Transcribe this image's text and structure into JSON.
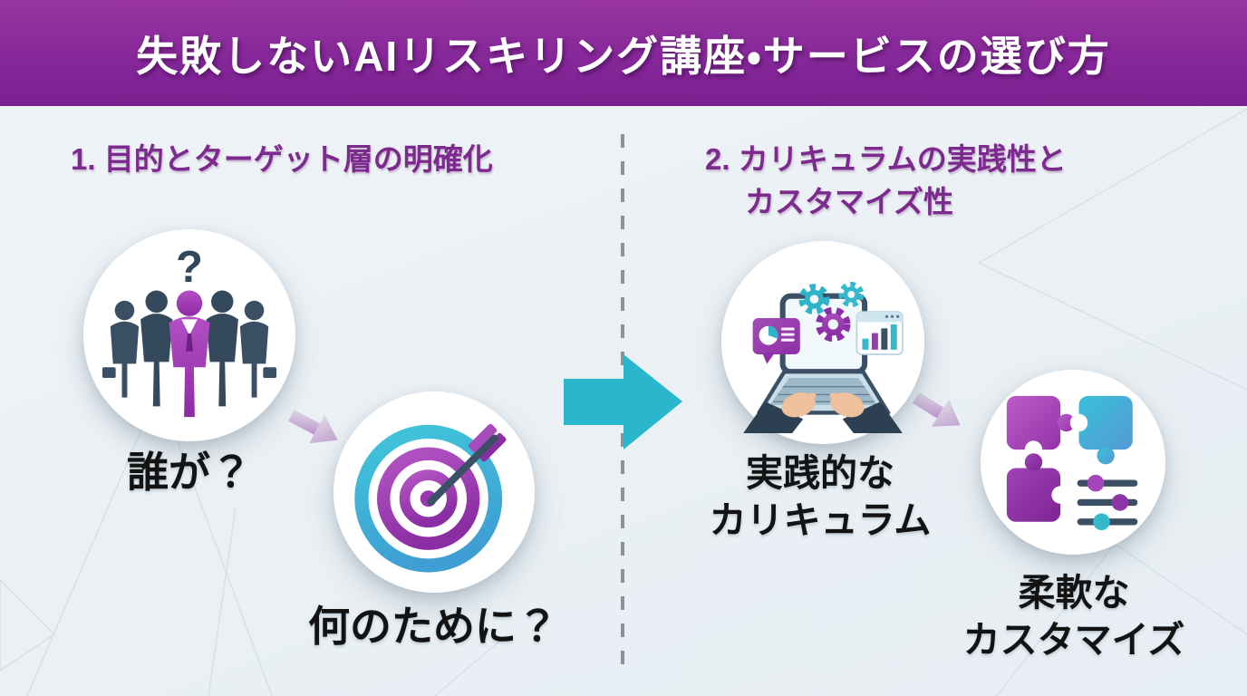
{
  "banner": {
    "title": "失敗しないAIリスキリング講座・サービスの選び方"
  },
  "left_section": {
    "heading": "1. 目的とターゲット層の明確化",
    "step1": {
      "icon": "people-group-icon",
      "question_mark": "?",
      "label": "誰が？"
    },
    "step2": {
      "icon": "target-icon",
      "label": "何のために？"
    }
  },
  "right_section": {
    "heading_line1": "2. カリキュラムの実践性と",
    "heading_line2": "カスタマイズ性",
    "step1": {
      "icon": "laptop-gears-icon",
      "label_line1": "実践的な",
      "label_line2": "カリキュラム"
    },
    "step2": {
      "icon": "puzzle-sliders-icon",
      "label_line1": "柔軟な",
      "label_line2": "カスタマイズ"
    }
  },
  "colors": {
    "banner_purple": "#86279a",
    "heading_purple": "#7c2a8e",
    "arrow_cyan": "#2ab6cc",
    "lavender_arrow": "#bb93cc",
    "label_text": "#131313",
    "divider_gray": "#8c9298",
    "icon_slate": "#3b5064",
    "icon_purple": "#9333a8",
    "icon_teal": "#2fb3c9",
    "background": "#edf2f6",
    "circle_white": "#ffffff"
  }
}
